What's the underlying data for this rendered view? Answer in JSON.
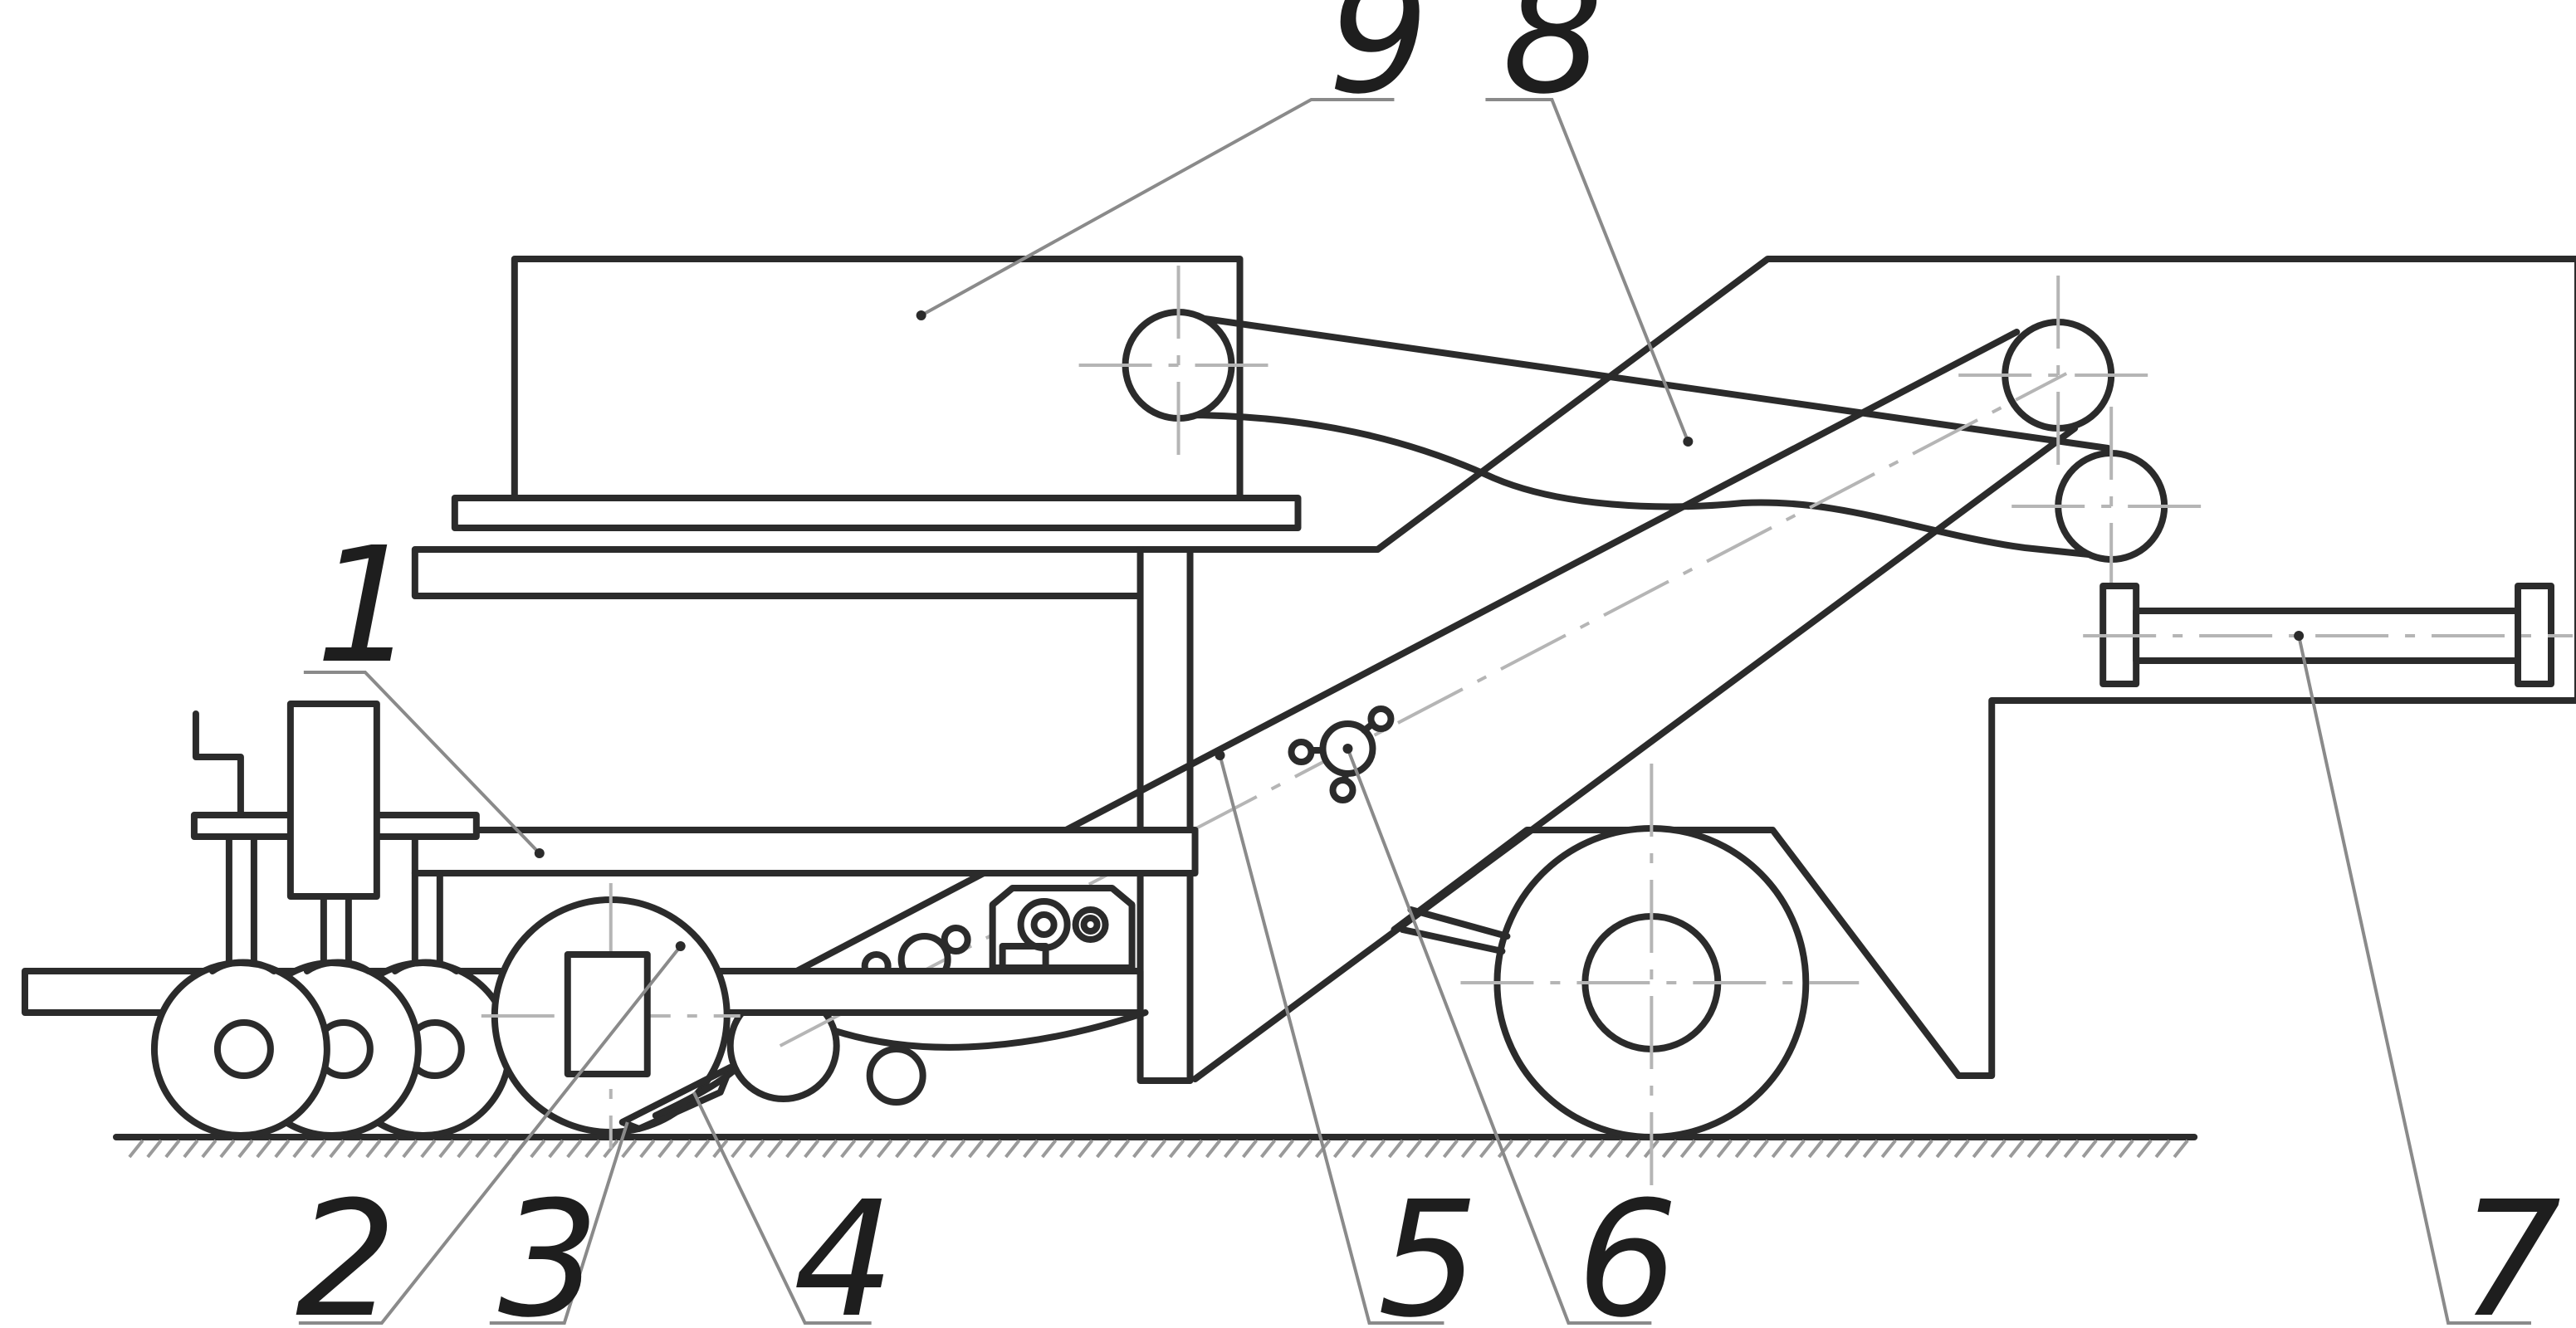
{
  "callouts": [
    "1",
    "2",
    "3",
    "4",
    "5",
    "6",
    "7",
    "8",
    "9"
  ],
  "colors": {
    "stroke": "#2b2b2b",
    "leader": "#8a8a8a",
    "centerline": "#b5b5b5",
    "background": "#ffffff"
  }
}
